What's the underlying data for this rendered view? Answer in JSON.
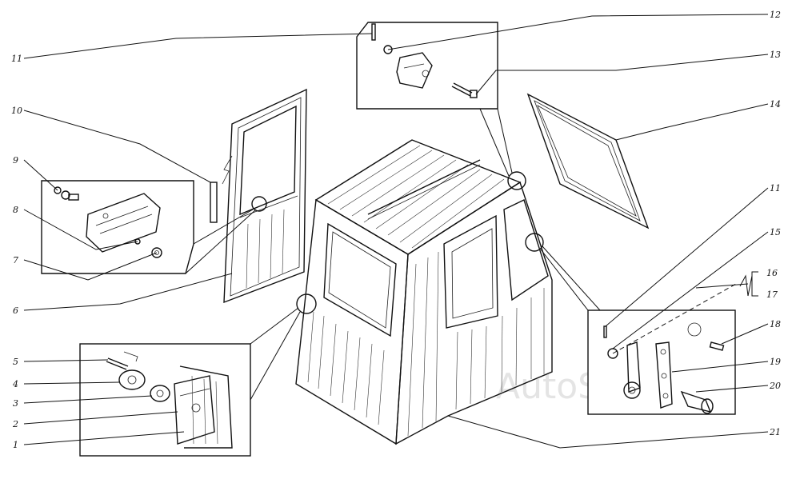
{
  "watermark": "AutoSoft",
  "labels": {
    "l1": "1",
    "l2": "2",
    "l3": "3",
    "l4": "4",
    "l5": "5",
    "l6": "6",
    "l7": "7",
    "l8": "8",
    "l9": "9",
    "l10": "10",
    "l11a": "11",
    "l11b": "11",
    "l12": "12",
    "l13": "13",
    "l14": "14",
    "l15": "15",
    "l16": "16",
    "l17": "17",
    "l18": "18",
    "l19": "19",
    "l20": "20",
    "l21": "21"
  }
}
